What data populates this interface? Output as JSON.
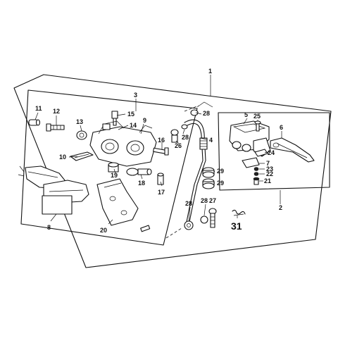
{
  "diagram": {
    "labels": {
      "n1": "1",
      "n2": "2",
      "n3": "3",
      "n4": "4",
      "n5": "5",
      "n6": "6",
      "n7": "7",
      "n8": "8",
      "n9": "9",
      "n10": "10",
      "n11": "11",
      "n12": "12",
      "n13": "13",
      "n14": "14",
      "n15": "15",
      "n16": "16",
      "n17": "17",
      "n18": "18",
      "n19": "19",
      "n20": "20",
      "n21": "21",
      "n22": "22",
      "n23": "23",
      "n24": "24",
      "n25": "25",
      "n26": "26",
      "n27": "27",
      "n28a": "28",
      "n28b": "28",
      "n28c": "28",
      "n28d": "28",
      "n29a": "29",
      "n29b": "29",
      "n31": "31"
    }
  }
}
